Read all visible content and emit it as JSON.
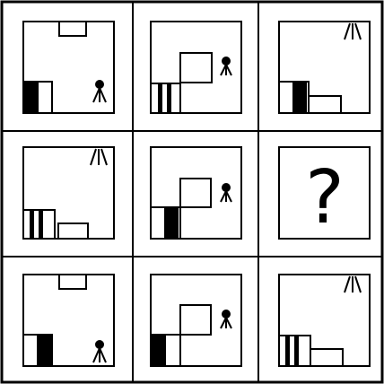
{
  "puzzle": {
    "missing_symbol": "?",
    "colors": {
      "line": "#000000",
      "background": "#ffffff",
      "fill": "#000000"
    },
    "panels": [
      {
        "id": "r1c1",
        "elements": [
          "ceiling-box",
          "door-bottom-left",
          "lamp-bottom-right"
        ]
      },
      {
        "id": "r1c2",
        "elements": [
          "wall-frame-tall",
          "door-bottom-left",
          "floor-lamp"
        ]
      },
      {
        "id": "r1c3",
        "elements": [
          "ceiling-light",
          "door-bottom-left",
          "floor-rug"
        ]
      },
      {
        "id": "r2c1",
        "elements": [
          "ceiling-light",
          "door-bottom-left",
          "floor-rug"
        ]
      },
      {
        "id": "r2c2",
        "elements": [
          "wall-frame-tall",
          "door-bottom-left",
          "floor-lamp"
        ]
      },
      {
        "id": "r2c3",
        "elements": [
          "question-mark"
        ]
      },
      {
        "id": "r3c1",
        "elements": [
          "ceiling-box",
          "door-bottom-left",
          "lamp-bottom-right"
        ]
      },
      {
        "id": "r3c2",
        "elements": [
          "wall-frame-tall",
          "door-bottom-left",
          "floor-lamp"
        ]
      },
      {
        "id": "r3c3",
        "elements": [
          "ceiling-light",
          "door-bottom-left",
          "floor-rug"
        ]
      }
    ]
  }
}
